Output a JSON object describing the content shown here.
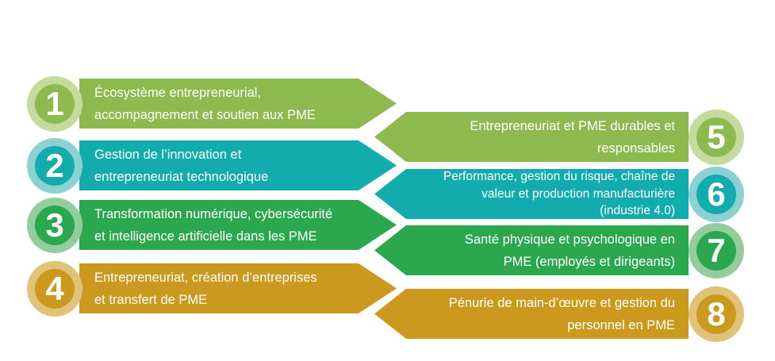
{
  "items": [
    {
      "number": "1",
      "side": "left",
      "color": "#8CBA4E",
      "ring_color": "#C4DB9D",
      "text": "Écosystème entrepreneurial,\naccompagnement et soutien aux PME"
    },
    {
      "number": "2",
      "side": "left",
      "color": "#13ACAE",
      "ring_color": "#8CD1D1",
      "text": "Gestion de l’innovation et\nentrepreneuriat technologique"
    },
    {
      "number": "3",
      "side": "left",
      "color": "#2BA74E",
      "ring_color": "#93CD9D",
      "text": "Transformation numérique, cybersécurité\net intelligence artificielle dans les PME"
    },
    {
      "number": "4",
      "side": "left",
      "color": "#CB991D",
      "ring_color": "#E1C279",
      "text": "Entrepreneuriat, création d’entreprises\net transfert de PME"
    },
    {
      "number": "5",
      "side": "right",
      "color": "#8CBA4E",
      "ring_color": "#C4DB9D",
      "text": "Entrepreneuriat et PME durables et\nresponsables"
    },
    {
      "number": "6",
      "side": "right",
      "color": "#13ACAE",
      "ring_color": "#8CD1D1",
      "text": "Performance, gestion du risque, chaîne de\nvaleur et production manufacturière\n(industrie 4.0)"
    },
    {
      "number": "7",
      "side": "right",
      "color": "#2BA74E",
      "ring_color": "#93CD9D",
      "text": "Santé physique et psychologique en\nPME (employés et dirigeants)"
    },
    {
      "number": "8",
      "side": "right",
      "color": "#CB991D",
      "ring_color": "#E1C279",
      "text": "Pénurie de main-d’œuvre et gestion du\npersonnel en PME"
    }
  ]
}
